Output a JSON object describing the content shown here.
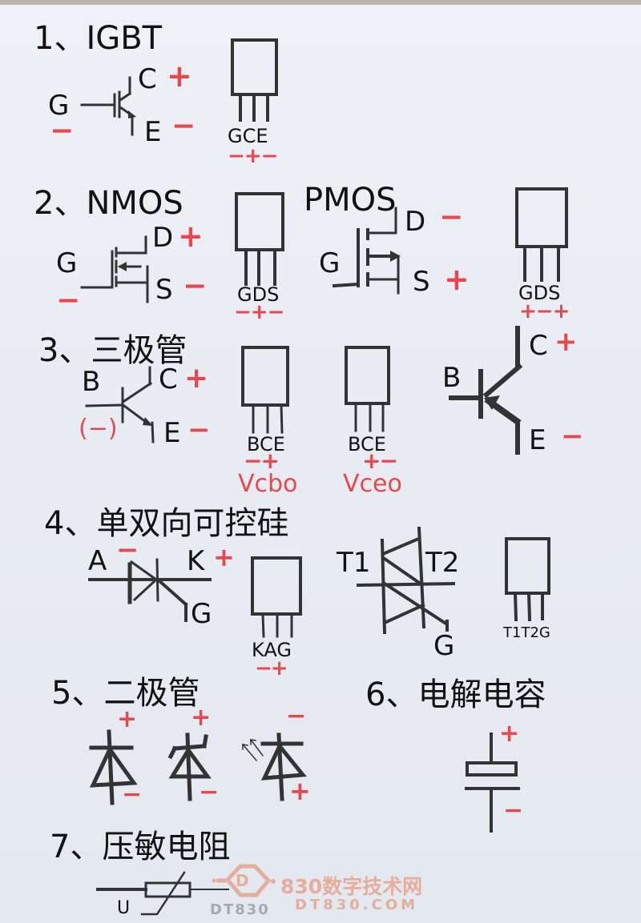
{
  "sections": {
    "igbt": {
      "title": "1、IGBT",
      "pins": {
        "G": "G",
        "C": "C",
        "E": "E"
      },
      "signs": {
        "C": "+",
        "G": "−",
        "E": "−"
      },
      "package_label": "GCE",
      "package_signs": "−+−"
    },
    "mos": {
      "title": "2、NMOS",
      "nmos": {
        "pins": {
          "G": "G",
          "D": "D",
          "S": "S"
        },
        "signs": {
          "D": "+",
          "G": "−",
          "S": "−"
        },
        "package_label": "GDS",
        "package_signs": "−+−"
      },
      "pmos": {
        "title": "PMOS",
        "pins": {
          "G": "G",
          "D": "D",
          "S": "S"
        },
        "signs": {
          "D": "−",
          "S": "+"
        },
        "package_label": "GDS",
        "package_signs": "+−+"
      }
    },
    "transistor": {
      "title": "3、三极管",
      "npn": {
        "pins": {
          "B": "B",
          "C": "C",
          "E": "E"
        },
        "signs": {
          "C": "+",
          "B": "(−)",
          "E": "−"
        }
      },
      "package1": {
        "label": "BCE",
        "signs": "−+",
        "note": "Vcbo"
      },
      "package2": {
        "label": "BCE",
        "signs": "+−",
        "note": "Vceo"
      },
      "pnp": {
        "pins": {
          "B": "B",
          "C": "C",
          "E": "E"
        },
        "signs": {
          "C": "+",
          "E": "−"
        }
      }
    },
    "thyristor": {
      "title": "4、单双向可控硅",
      "scr": {
        "pins": {
          "A": "A",
          "K": "K",
          "G": "G"
        },
        "signs": {
          "A": "−",
          "K": "+"
        },
        "package_label": "KAG",
        "package_signs": "−+"
      },
      "triac": {
        "pins": {
          "T1": "T1",
          "T2": "T2",
          "G": "G"
        },
        "package_label": "T1T2G"
      }
    },
    "diode": {
      "title": "5、二极管",
      "items": [
        {
          "type": "diode",
          "top_sign": "+",
          "bottom_sign": "−"
        },
        {
          "type": "zener-diode",
          "top_sign": "+",
          "bottom_sign": "−"
        },
        {
          "type": "photodiode",
          "top_sign": "−",
          "bottom_sign": "+"
        }
      ]
    },
    "capacitor": {
      "title": "6、电解电容",
      "signs": {
        "top": "+",
        "bottom": "−"
      }
    },
    "varistor": {
      "title": "7、压敏电阻",
      "label": "U"
    }
  },
  "watermark": {
    "logo_letter": "D",
    "logo_text": "DT830",
    "site_name": "830数字技术网",
    "site_url": "DT830.COM"
  },
  "colors": {
    "ink": "#111111",
    "sign": "#e8474f",
    "watermark": "#e6a48e",
    "paper": "#eaeef4"
  }
}
